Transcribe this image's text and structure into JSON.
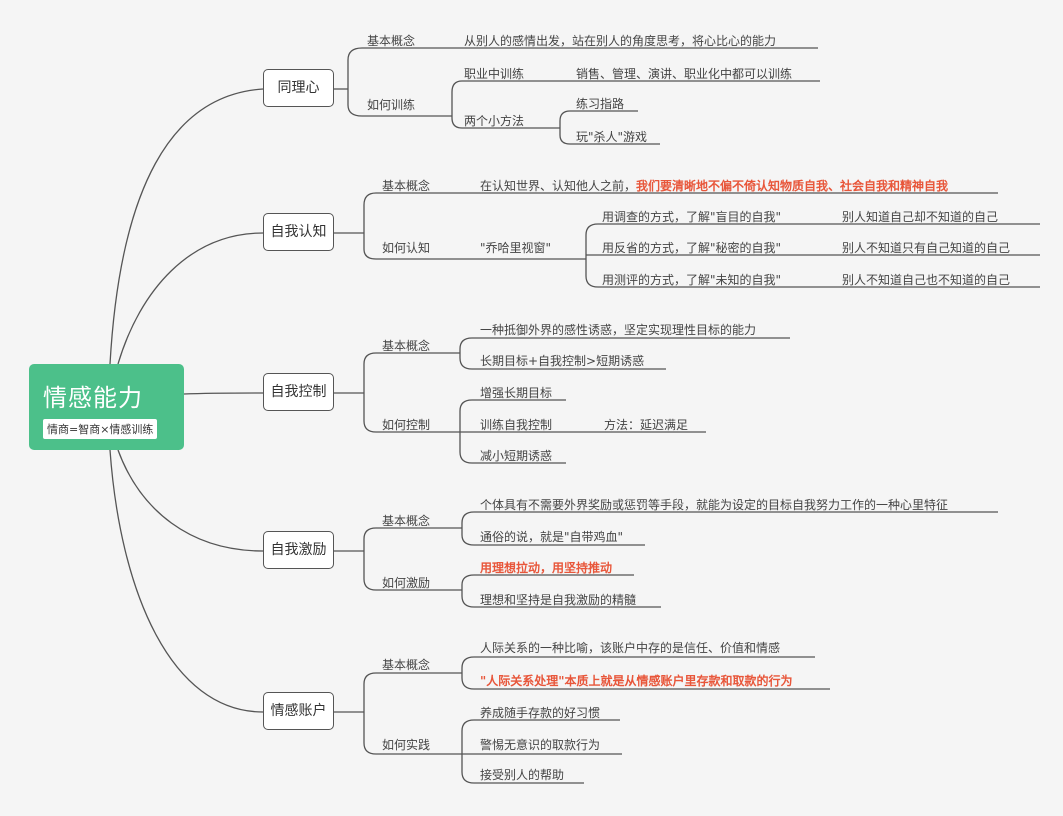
{
  "root": {
    "title": "情感能力",
    "subtitle": "情商=智商×情感训练"
  },
  "branches": [
    {
      "title": "同理心",
      "concept_label": "基本概念",
      "concept": [
        "从别人的感情出发，站在别人的角度思考，将心比心的能力"
      ],
      "method_label": "如何训练",
      "methods": [
        {
          "name": "职业中训练",
          "detail": "销售、管理、演讲、职业化中都可以训练"
        },
        {
          "name": "两个小方法",
          "items": [
            "练习指路",
            "玩\"杀人\"游戏"
          ]
        }
      ]
    },
    {
      "title": "自我认知",
      "concept_label": "基本概念",
      "concept_prefix": "在认知世界、认知他人之前，",
      "concept_emphasis": "我们要清晰地不偏不倚认知物质自我、社会自我和精神自我",
      "method_label": "如何认知",
      "window": "\"乔哈里视窗\"",
      "rows": [
        {
          "way": "用调查的方式，了解\"盲目的自我\"",
          "meaning": "别人知道自己却不知道的自己"
        },
        {
          "way": "用反省的方式，了解\"秘密的自我\"",
          "meaning": "别人不知道只有自己知道的自己"
        },
        {
          "way": "用测评的方式，了解\"未知的自我\"",
          "meaning": "别人不知道自己也不知道的自己"
        }
      ]
    },
    {
      "title": "自我控制",
      "concept_label": "基本概念",
      "concept": [
        "一种抵御外界的感性诱惑，坚定实现理性目标的能力",
        "长期目标+自我控制>短期诱惑"
      ],
      "method_label": "如何控制",
      "methods": [
        "增强长期目标",
        "训练自我控制",
        "减小短期诱惑"
      ],
      "method_note": "方法：延迟满足"
    },
    {
      "title": "自我激励",
      "concept_label": "基本概念",
      "concept": [
        "个体具有不需要外界奖励或惩罚等手段，就能为设定的目标自我努力工作的一种心里特征",
        "通俗的说，就是\"自带鸡血\""
      ],
      "method_label": "如何激励",
      "methods_emphasis": "用理想拉动，用坚持推动",
      "methods": [
        "理想和坚持是自我激励的精髓"
      ]
    },
    {
      "title": "情感账户",
      "concept_label": "基本概念",
      "concept": [
        "人际关系的一种比喻，该账户中存的是信任、价值和情感"
      ],
      "concept_emphasis": "\"人际关系处理\"本质上就是从情感账户里存款和取款的行为",
      "method_label": "如何实践",
      "methods": [
        "养成随手存款的好习惯",
        "警惕无意识的取款行为",
        "接受别人的帮助"
      ]
    }
  ],
  "colors": {
    "root": "#4cc08a",
    "emphasis": "#e8563a",
    "line": "#555555"
  }
}
